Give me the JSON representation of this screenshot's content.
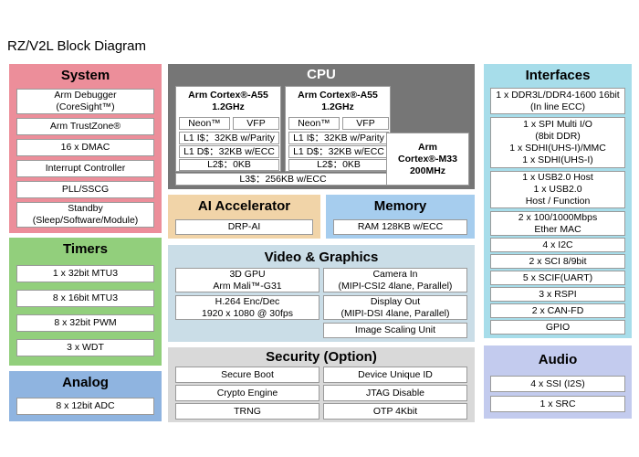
{
  "title": "RZ/V2L Block Diagram",
  "system": {
    "title": "System",
    "items": [
      "Arm Debugger\n(CoreSight™)",
      "Arm TrustZone®",
      "16 x DMAC",
      "Interrupt Controller",
      "PLL/SSCG",
      "Standby\n(Sleep/Software/Module)"
    ]
  },
  "timers": {
    "title": "Timers",
    "items": [
      "1 x 32bit MTU3",
      "8 x 16bit MTU3",
      "8 x 32bit PWM",
      "3 x WDT"
    ]
  },
  "analog": {
    "title": "Analog",
    "items": [
      "8 x 12bit ADC"
    ]
  },
  "cpu": {
    "title": "CPU",
    "cores": [
      {
        "name": "Arm Cortex®-A55\n1.2GHz",
        "neon": "Neon™",
        "vfp": "VFP",
        "l1i": "L1 I$：32KB w/Parity",
        "l1d": "L1 D$：32KB w/ECC",
        "l2": "L2$：0KB"
      },
      {
        "name": "Arm Cortex®-A55\n1.2GHz",
        "neon": "Neon™",
        "vfp": "VFP",
        "l1i": "L1 I$：32KB w/Parity",
        "l1d": "L1 D$：32KB w/ECC",
        "l2": "L2$：0KB"
      }
    ],
    "l3": "L3$：256KB w/ECC",
    "m33": "Arm\nCortex®-M33\n200MHz"
  },
  "ai": {
    "title": "AI Accelerator",
    "items": [
      "DRP-AI"
    ]
  },
  "memory": {
    "title": "Memory",
    "items": [
      "RAM 128KB w/ECC"
    ]
  },
  "video": {
    "title": "Video & Graphics",
    "items": [
      "3D GPU\nArm Mali™-G31",
      "Camera In\n(MIPI-CSI2 4lane, Parallel)",
      "H.264 Enc/Dec\n1920 x 1080 @ 30fps",
      "Display Out\n(MIPI-DSI 4lane, Parallel)",
      "Image Scaling Unit"
    ]
  },
  "security": {
    "title": "Security (Option)",
    "items": [
      "Secure Boot",
      "Device Unique ID",
      "Crypto Engine",
      "JTAG Disable",
      "TRNG",
      "OTP 4Kbit"
    ]
  },
  "interfaces": {
    "title": "Interfaces",
    "items": [
      "1 x DDR3L/DDR4-1600 16bit\n(In line ECC)",
      "1 x SPI Multi I/O\n(8bit DDR)\n1 x SDHI(UHS-I)/MMC\n1 x SDHI(UHS-I)",
      "1 x USB2.0 Host\n1 x USB2.0\nHost / Function",
      "2 x 100/1000Mbps\nEther MAC",
      "4 x I2C",
      "2 x SCI 8/9bit",
      "5 x SCIF(UART)",
      "3 x RSPI",
      "2 x CAN-FD",
      "GPIO"
    ]
  },
  "audio": {
    "title": "Audio",
    "items": [
      "4 x SSI (I2S)",
      "1 x SRC"
    ]
  },
  "colors": {
    "system": "#ec8e9a",
    "timers": "#92cf7c",
    "analog": "#8fb4e0",
    "cpu": "#767676",
    "ai": "#f1d4a8",
    "memory": "#a6cdee",
    "video": "#cadde7",
    "security": "#d9d9d9",
    "interfaces": "#a7ddea",
    "audio": "#c3cbee"
  }
}
